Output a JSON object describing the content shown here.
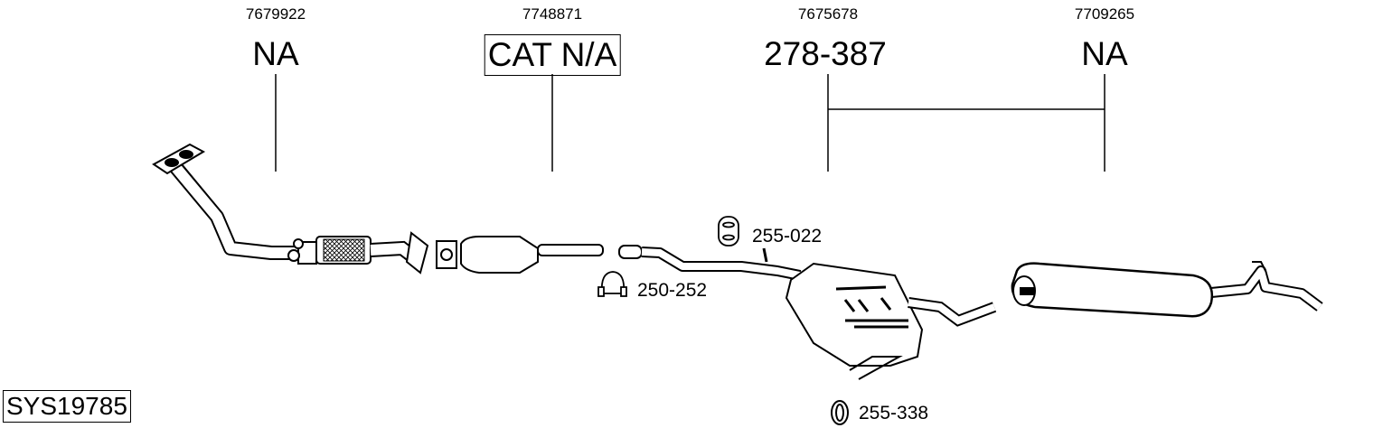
{
  "parts": [
    {
      "number": "7679922",
      "label": "NA"
    },
    {
      "number": "7748871",
      "label": "CAT N/A"
    },
    {
      "number": "7675678",
      "label": "278-387"
    },
    {
      "number": "7709265",
      "label": "NA"
    }
  ],
  "accessories": [
    {
      "code": "255-022",
      "icon": "rubber-hanger-icon"
    },
    {
      "code": "250-252",
      "icon": "pipe-clamp-icon"
    },
    {
      "code": "255-338",
      "icon": "rubber-ring-icon"
    }
  ],
  "system_id": "SYS19785"
}
